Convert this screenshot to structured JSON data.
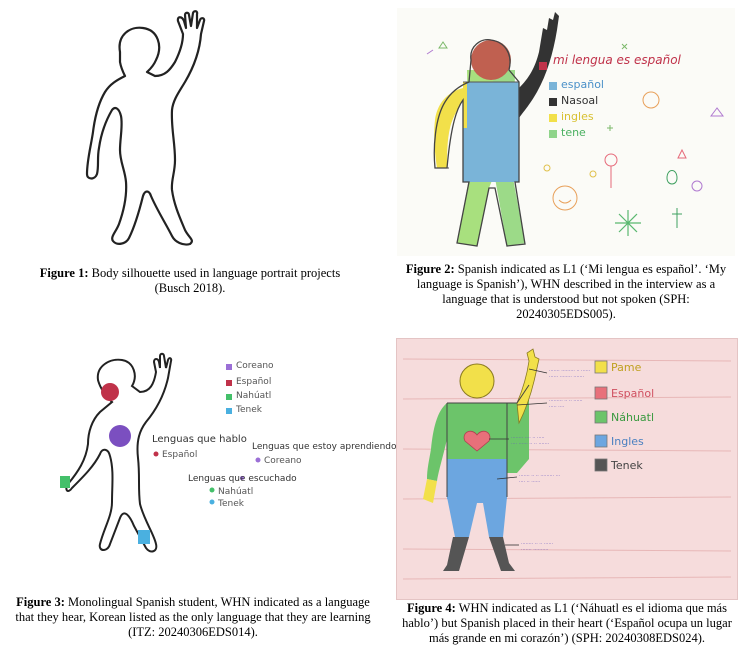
{
  "figures": [
    {
      "label": "Figure 1:",
      "caption": " Body silhouette used in language portrait projects (Busch 2018)."
    },
    {
      "label": "Figure 2:",
      "caption": " Spanish indicated as L1 (‘Mi lengua es español’. ‘My language is Spanish’), WHN described in the interview as a language that is understood but not spoken (SPH: 20240305EDS005).",
      "title": "mi lengua es español",
      "legend": [
        {
          "label": "español",
          "color": "#7ab4d8"
        },
        {
          "label": "Nasoal",
          "color": "#333333"
        },
        {
          "label": "ingles",
          "color": "#f2e04a"
        },
        {
          "label": "tene",
          "color": "#8fd48a"
        }
      ]
    },
    {
      "label": "Figure 3:",
      "caption": " Monolingual Spanish student, WHN indicated as a language that they hear, Korean listed as the only language that they are learning (ITZ: 20240306EDS014).",
      "legend": [
        {
          "label": "Coreano",
          "color": "#9b6fd6"
        },
        {
          "label": "Español",
          "color": "#c0324a"
        },
        {
          "label": "Nahúatl",
          "color": "#44c06a"
        },
        {
          "label": "Tenek",
          "color": "#4ab0e0"
        }
      ],
      "heading_speak": "Lenguas que hablo",
      "speak_item": "Español",
      "heading_learn": "Lenguas que estoy aprendiendo",
      "learn_item": "Coreano",
      "heading_hear": "Lenguas que escuchado",
      "hear_items": [
        "Nahúatl",
        "Tenek"
      ]
    },
    {
      "label": "Figure 4:",
      "caption": " WHN indicated as L1 (‘Náhuatl es el idioma que más hablo’) but Spanish placed in their heart (‘Español ocupa un lugar más grande en mi corazón’) (SPH: 20240308EDS024).",
      "legend": [
        {
          "label": "Pame",
          "color": "#f2e04a"
        },
        {
          "label": "Español",
          "color": "#e8707a"
        },
        {
          "label": "Náhuatl",
          "color": "#6cc46a"
        },
        {
          "label": "Ingles",
          "color": "#6ca6e0"
        },
        {
          "label": "Tenek",
          "color": "#555555"
        }
      ]
    }
  ]
}
